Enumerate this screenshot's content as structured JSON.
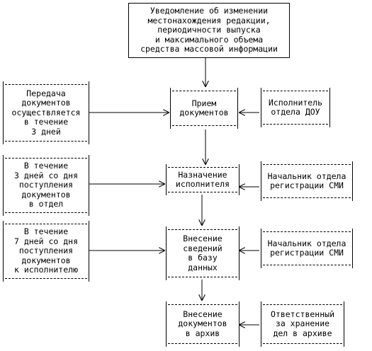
{
  "top": {
    "text": "Уведомление об изменении\nместонахождения редакции,\nпериодичности выпуска\nи максимального объема\nсредства массовой информации"
  },
  "steps": [
    {
      "text": "Прием\nдокументов"
    },
    {
      "text": "Назначение\nисполнителя"
    },
    {
      "text": "Внесение\nсведений\nв базу\nданных"
    },
    {
      "text": "Внесение\nдокументов\nв архив"
    }
  ],
  "left_notes": [
    {
      "text": "Передача\nдокументов\nосуществляется\nв течение\n3 дней"
    },
    {
      "text": "В течение\n3 дней со дня\nпоступления\nдокументов\nв отдел"
    },
    {
      "text": "В течение\n7 дней со дня\nпоступления\nдокументов\nк исполнителю"
    }
  ],
  "right_notes": [
    {
      "text": "Исполнитель\nотдела ДОУ"
    },
    {
      "text": "Начальник отдела\nрегистрации СМИ"
    },
    {
      "text": "Начальник отдела\nрегистрации СМИ"
    },
    {
      "text": "Ответственный\nза хранение\nдел в архиве"
    }
  ]
}
